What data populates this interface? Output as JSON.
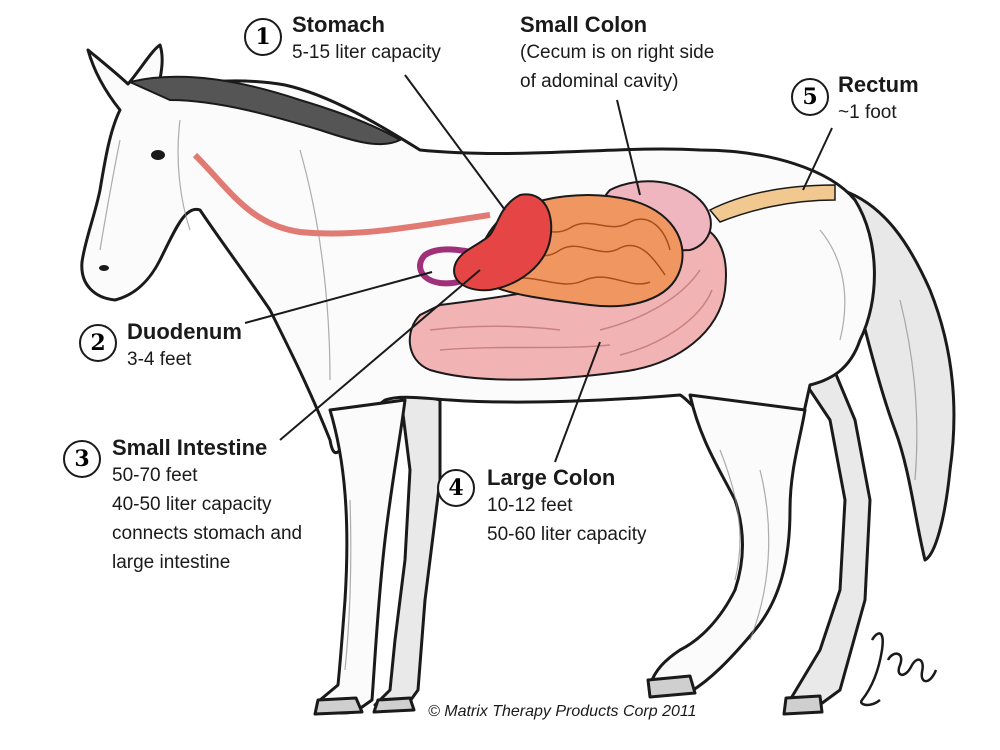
{
  "labels": [
    {
      "number": "1",
      "title": "Stomach",
      "lines": [
        "5-15 liter capacity"
      ]
    },
    {
      "number": "2",
      "title": "Duodenum",
      "lines": [
        "3-4 feet"
      ]
    },
    {
      "number": "3",
      "title": "Small Intestine",
      "lines": [
        "50-70 feet",
        "40-50 liter capacity",
        "connects stomach and",
        "large intestine"
      ]
    },
    {
      "number": "4",
      "title": "Large Colon",
      "lines": [
        "10-12 feet",
        "50-60 liter capacity"
      ]
    },
    {
      "number": "5",
      "title": "Rectum",
      "lines": [
        "~1 foot"
      ]
    }
  ],
  "small_colon": {
    "title": "Small Colon",
    "lines": [
      "(Cecum is on right side",
      "of adominal cavity)"
    ]
  },
  "copyright": "© Matrix Therapy Products Corp 2011",
  "signature": "JeSu",
  "colors": {
    "outline": "#1a1a1a",
    "esophagus": "#e07a72",
    "stomach": "#e64545",
    "duodenum": "#a0307a",
    "small_intestine": "#f09660",
    "large_colon": "#f1b3b3",
    "small_colon": "#f0b6c0",
    "rectum": "#f0c890",
    "shading": "#8a8a8a"
  }
}
